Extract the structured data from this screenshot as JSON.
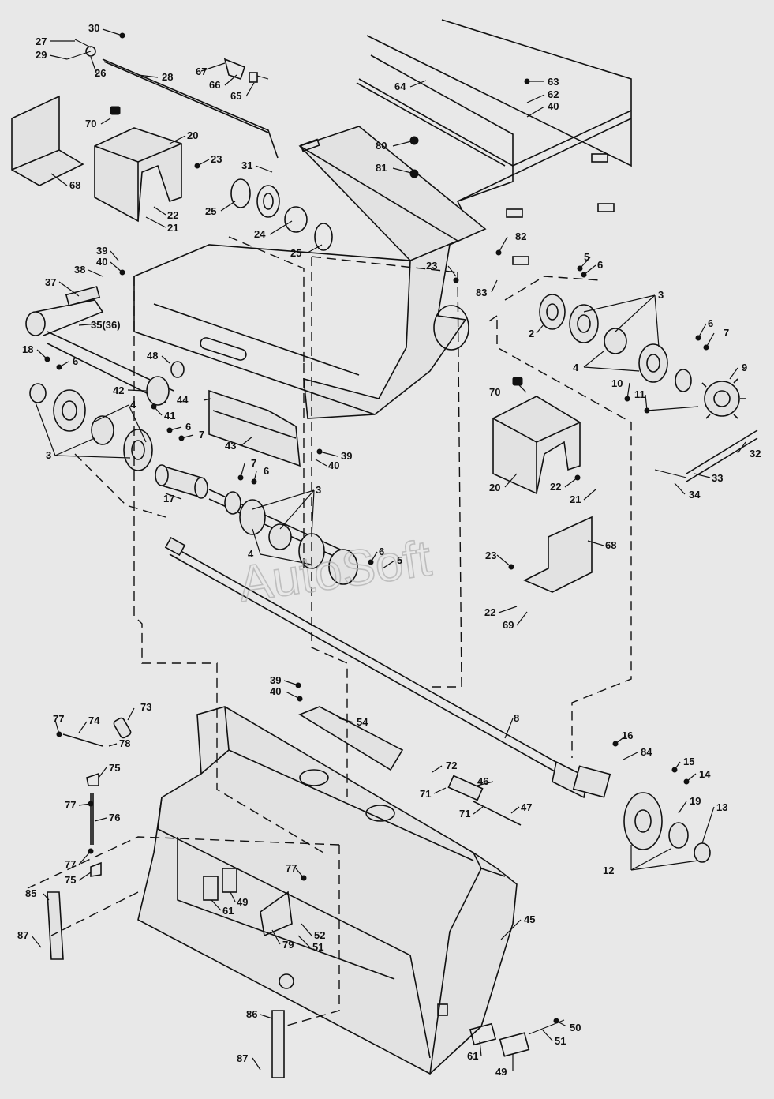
{
  "watermark": "AutoSoft",
  "callouts": [
    {
      "id": "c30",
      "text": "30"
    },
    {
      "id": "c27",
      "text": "27"
    },
    {
      "id": "c29",
      "text": "29"
    },
    {
      "id": "c26",
      "text": "26"
    },
    {
      "id": "c28",
      "text": "28"
    },
    {
      "id": "c67",
      "text": "67"
    },
    {
      "id": "c66",
      "text": "66"
    },
    {
      "id": "c65",
      "text": "65"
    },
    {
      "id": "c64",
      "text": "64"
    },
    {
      "id": "c63",
      "text": "63"
    },
    {
      "id": "c62",
      "text": "62"
    },
    {
      "id": "c40a",
      "text": "40"
    },
    {
      "id": "c70a",
      "text": "70"
    },
    {
      "id": "c20a",
      "text": "20"
    },
    {
      "id": "c23a",
      "text": "23"
    },
    {
      "id": "c68a",
      "text": "68"
    },
    {
      "id": "c22a",
      "text": "22"
    },
    {
      "id": "c21a",
      "text": "21"
    },
    {
      "id": "c31",
      "text": "31"
    },
    {
      "id": "c25a",
      "text": "25"
    },
    {
      "id": "c24",
      "text": "24"
    },
    {
      "id": "c25b",
      "text": "25"
    },
    {
      "id": "c80",
      "text": "80"
    },
    {
      "id": "c81",
      "text": "81"
    },
    {
      "id": "c82",
      "text": "82"
    },
    {
      "id": "c23b",
      "text": "23"
    },
    {
      "id": "c83",
      "text": "83"
    },
    {
      "id": "c39a",
      "text": "39"
    },
    {
      "id": "c40b",
      "text": "40"
    },
    {
      "id": "c38",
      "text": "38"
    },
    {
      "id": "c37",
      "text": "37"
    },
    {
      "id": "c35",
      "text": "35(36)"
    },
    {
      "id": "c18",
      "text": "18"
    },
    {
      "id": "c6a",
      "text": "6"
    },
    {
      "id": "c48",
      "text": "48"
    },
    {
      "id": "c42",
      "text": "42"
    },
    {
      "id": "c4a",
      "text": "4"
    },
    {
      "id": "c41",
      "text": "41"
    },
    {
      "id": "c44",
      "text": "44"
    },
    {
      "id": "c6b",
      "text": "6"
    },
    {
      "id": "c7a",
      "text": "7"
    },
    {
      "id": "c3a",
      "text": "3"
    },
    {
      "id": "c43",
      "text": "43"
    },
    {
      "id": "c39b",
      "text": "39"
    },
    {
      "id": "c40c",
      "text": "40"
    },
    {
      "id": "c7b",
      "text": "7"
    },
    {
      "id": "c6c",
      "text": "6"
    },
    {
      "id": "c3b",
      "text": "3"
    },
    {
      "id": "c17",
      "text": "17"
    },
    {
      "id": "c4b",
      "text": "4"
    },
    {
      "id": "c6d",
      "text": "6"
    },
    {
      "id": "c5a",
      "text": "5"
    },
    {
      "id": "c5b",
      "text": "5"
    },
    {
      "id": "c6e",
      "text": "6"
    },
    {
      "id": "c3c",
      "text": "3"
    },
    {
      "id": "c2",
      "text": "2"
    },
    {
      "id": "c4c",
      "text": "4"
    },
    {
      "id": "c6f",
      "text": "6"
    },
    {
      "id": "c7c",
      "text": "7"
    },
    {
      "id": "c9",
      "text": "9"
    },
    {
      "id": "c10",
      "text": "10"
    },
    {
      "id": "c11",
      "text": "11"
    },
    {
      "id": "c70b",
      "text": "70"
    },
    {
      "id": "c32",
      "text": "32"
    },
    {
      "id": "c33",
      "text": "33"
    },
    {
      "id": "c34",
      "text": "34"
    },
    {
      "id": "c20b",
      "text": "20"
    },
    {
      "id": "c22b",
      "text": "22"
    },
    {
      "id": "c21b",
      "text": "21"
    },
    {
      "id": "c68b",
      "text": "68"
    },
    {
      "id": "c23c",
      "text": "23"
    },
    {
      "id": "c22c",
      "text": "22"
    },
    {
      "id": "c69",
      "text": "69"
    },
    {
      "id": "c39c",
      "text": "39"
    },
    {
      "id": "c40d",
      "text": "40"
    },
    {
      "id": "c54",
      "text": "54"
    },
    {
      "id": "c8",
      "text": "8"
    },
    {
      "id": "c73",
      "text": "73"
    },
    {
      "id": "c77a",
      "text": "77"
    },
    {
      "id": "c74",
      "text": "74"
    },
    {
      "id": "c78",
      "text": "78"
    },
    {
      "id": "c75a",
      "text": "75"
    },
    {
      "id": "c77b",
      "text": "77"
    },
    {
      "id": "c76",
      "text": "76"
    },
    {
      "id": "c77c",
      "text": "77"
    },
    {
      "id": "c75b",
      "text": "75"
    },
    {
      "id": "c72",
      "text": "72"
    },
    {
      "id": "c71a",
      "text": "71"
    },
    {
      "id": "c46",
      "text": "46"
    },
    {
      "id": "c71b",
      "text": "71"
    },
    {
      "id": "c47",
      "text": "47"
    },
    {
      "id": "c16",
      "text": "16"
    },
    {
      "id": "c84",
      "text": "84"
    },
    {
      "id": "c15",
      "text": "15"
    },
    {
      "id": "c14",
      "text": "14"
    },
    {
      "id": "c19",
      "text": "19"
    },
    {
      "id": "c13",
      "text": "13"
    },
    {
      "id": "c12",
      "text": "12"
    },
    {
      "id": "c85",
      "text": "85"
    },
    {
      "id": "c87a",
      "text": "87"
    },
    {
      "id": "c77d",
      "text": "77"
    },
    {
      "id": "c49a",
      "text": "49"
    },
    {
      "id": "c61a",
      "text": "61"
    },
    {
      "id": "c79",
      "text": "79"
    },
    {
      "id": "c52",
      "text": "52"
    },
    {
      "id": "c51a",
      "text": "51"
    },
    {
      "id": "c45",
      "text": "45"
    },
    {
      "id": "c50",
      "text": "50"
    },
    {
      "id": "c51b",
      "text": "51"
    },
    {
      "id": "c61b",
      "text": "61"
    },
    {
      "id": "c49b",
      "text": "49"
    },
    {
      "id": "c86",
      "text": "86"
    },
    {
      "id": "c87b",
      "text": "87"
    }
  ]
}
